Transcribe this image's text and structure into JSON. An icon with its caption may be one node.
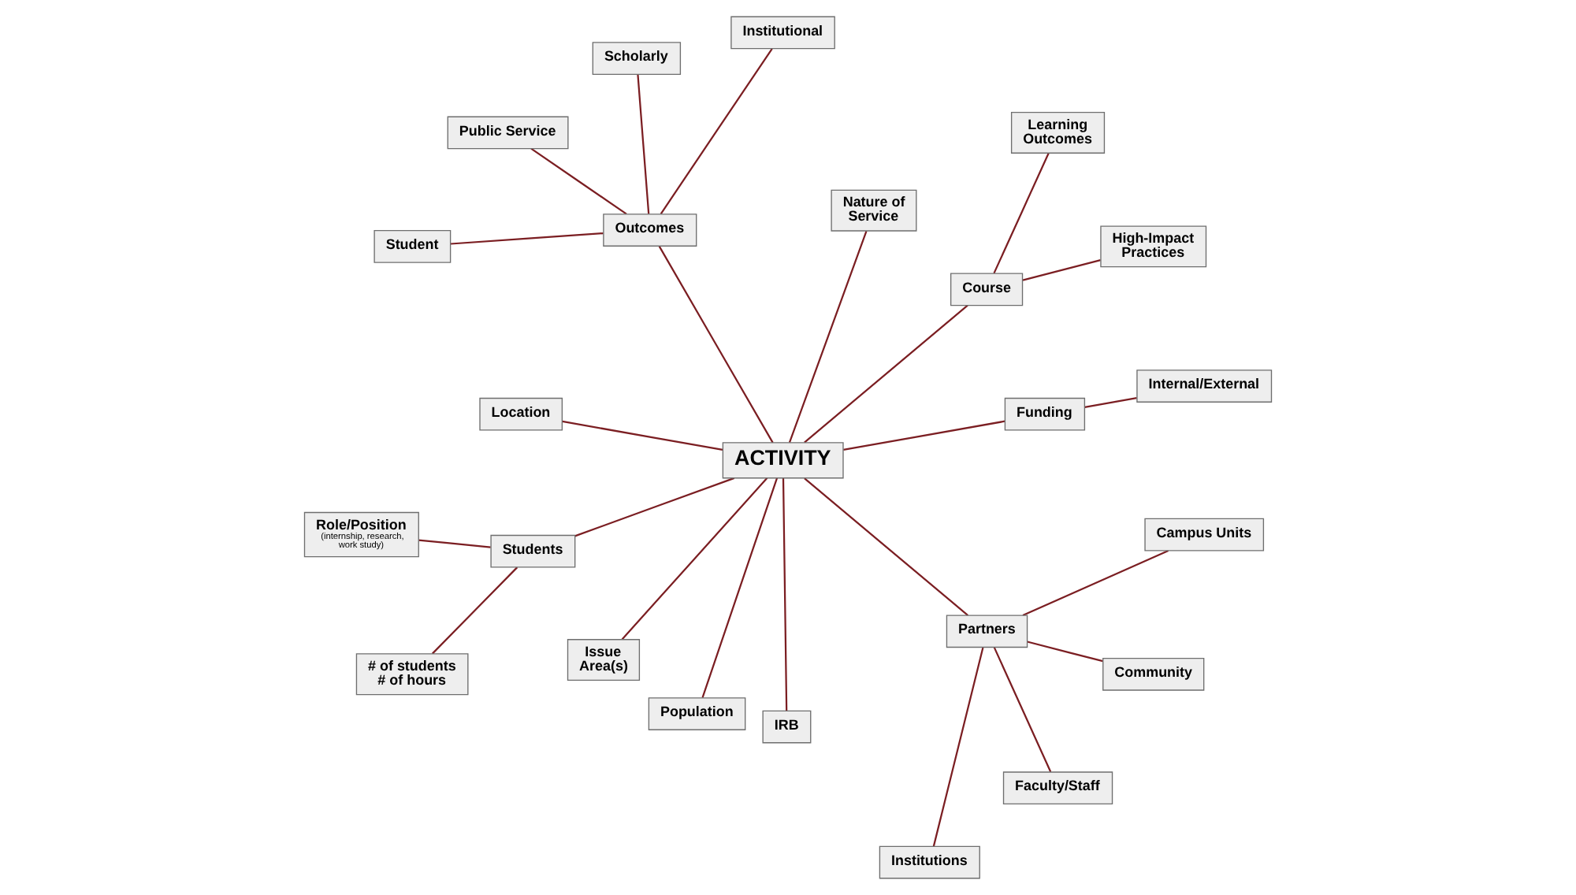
{
  "diagram": {
    "nodes": [
      {
        "text": [
          "ACTIVITY"
        ]
      },
      {
        "text": [
          "Nature of Service"
        ]
      },
      {
        "text": [
          "Learning Outcomes"
        ]
      },
      {
        "text": [
          "High-Impact Practices"
        ]
      },
      {
        "text": [
          "Internal/External"
        ]
      },
      {
        "text": [
          "Institutional"
        ]
      },
      {
        "text": [
          "Scholarly"
        ]
      },
      {
        "text": [
          "Public Service"
        ]
      },
      {
        "text": [
          "Student"
        ]
      },
      {
        "text": [
          "Outcomes"
        ]
      },
      {
        "text": [
          "Course"
        ]
      },
      {
        "text": [
          "Funding"
        ]
      },
      {
        "text": [
          "Campus Units"
        ]
      },
      {
        "text": [
          "Community"
        ]
      },
      {
        "text": [
          "Faculty/Staff"
        ]
      },
      {
        "text": [
          "Institutions"
        ]
      },
      {
        "text": [
          "Location"
        ]
      },
      {
        "text": [
          "Partners"
        ]
      },
      {
        "text": [
          "Role/Position",
          "(internship, research, work study)"
        ]
      },
      {
        "text": [
          "# of students # of hours"
        ]
      },
      {
        "text": [
          "Students"
        ]
      },
      {
        "text": [
          "Issue Area(s)"
        ]
      },
      {
        "text": [
          "IRB"
        ]
      },
      {
        "text": [
          "Population"
        ]
      }
    ],
    "edges": [
      {
        "from": 0,
        "to": 1,
        "arrow": "none"
      },
      {
        "from": 10,
        "to": 2,
        "arrow": "none"
      },
      {
        "from": 10,
        "to": 3,
        "arrow": "none"
      },
      {
        "from": 0,
        "to": 10,
        "arrow": "none"
      },
      {
        "from": 11,
        "to": 4,
        "arrow": "none"
      },
      {
        "from": 0,
        "to": 11,
        "arrow": "none"
      },
      {
        "from": 9,
        "to": 5,
        "arrow": "none"
      },
      {
        "from": 9,
        "to": 6,
        "arrow": "none"
      },
      {
        "from": 9,
        "to": 7,
        "arrow": "none"
      },
      {
        "from": 9,
        "to": 8,
        "arrow": "none"
      },
      {
        "from": 0,
        "to": 9,
        "arrow": "none"
      },
      {
        "from": 0,
        "to": 16,
        "arrow": "none"
      },
      {
        "from": 0,
        "to": 17,
        "arrow": "none"
      },
      {
        "from": 17,
        "to": 12,
        "arrow": "none"
      },
      {
        "from": 17,
        "to": 13,
        "arrow": "none"
      },
      {
        "from": 17,
        "to": 14,
        "arrow": "none"
      },
      {
        "from": 17,
        "to": 15,
        "arrow": "none"
      },
      {
        "from": 20,
        "to": 18,
        "arrow": "none"
      },
      {
        "from": 20,
        "to": 19,
        "arrow": "none"
      },
      {
        "from": 0,
        "to": 20,
        "arrow": "none"
      },
      {
        "from": 0,
        "to": 21,
        "arrow": "none"
      },
      {
        "from": 0,
        "to": 22,
        "arrow": "none"
      },
      {
        "from": 0,
        "to": 23,
        "arrow": "none"
      }
    ]
  }
}
